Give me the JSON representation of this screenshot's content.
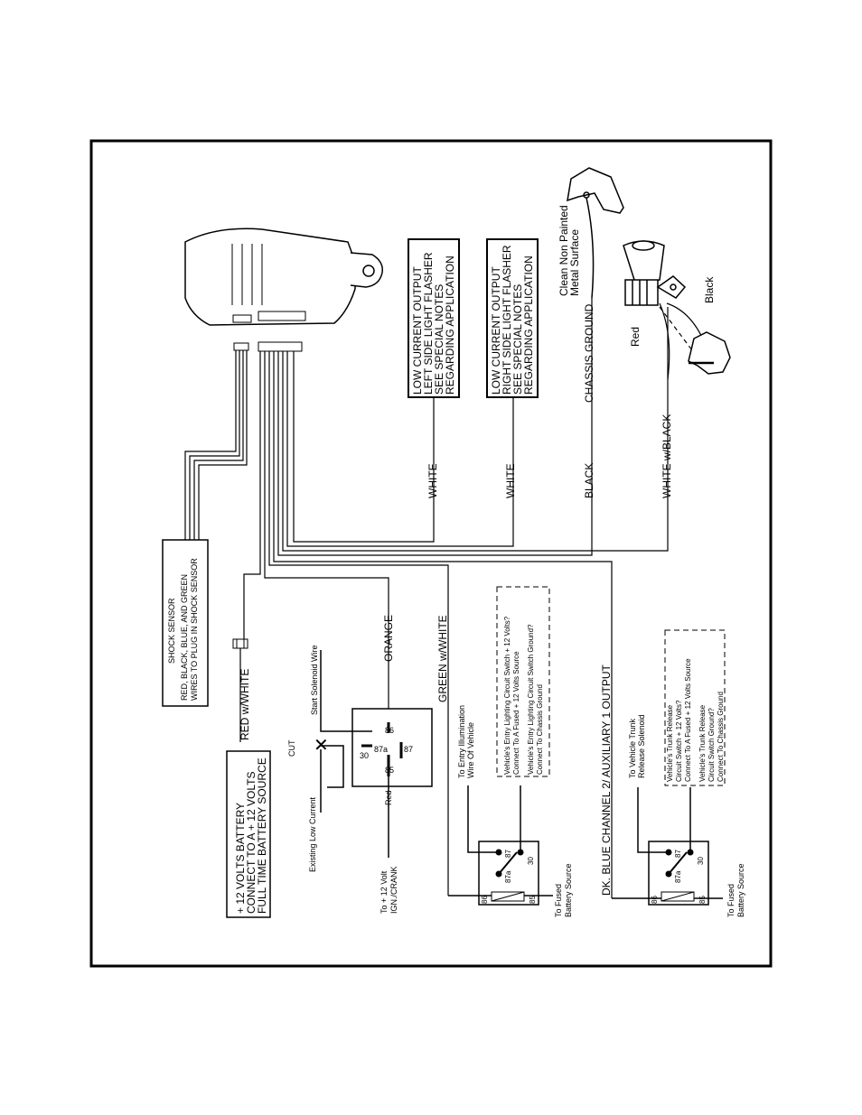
{
  "battery_box": [
    "+ 12 VOLTS BATTERY",
    "CONNECT TO A + 12 VOLTS",
    "FULL TIME BATTERY SOURCE"
  ],
  "shock_sensor": [
    "SHOCK SENSOR",
    "RED, BLACK, BLUE, AND GREEN",
    "WIRES TO PLUG IN SHOCK SENSOR"
  ],
  "left_flasher": [
    "LOW CURRENT OUTPUT",
    "LEFT SIDE LIGHT FLASHER",
    "SEE SPECIAL NOTES",
    "REGARDING APPLICATION"
  ],
  "right_flasher": [
    "LOW CURRENT OUTPUT",
    "RIGHT SIDE LIGHT FLASHER",
    "SEE SPECIAL NOTES",
    "REGARDING APPLICATION"
  ],
  "wires": {
    "red_white": "RED w/WHITE",
    "orange": "ORANGE",
    "green_white": "GREEN w/WHITE",
    "channel2": "DK. BLUE    CHANNEL 2/ AUXILIARY 1 OUTPUT",
    "white1": "WHITE",
    "white2": "WHITE",
    "black": "BLACK",
    "white_black": "WHITE w/BLACK",
    "chassis_ground": "CHASSIS GROUND"
  },
  "siren": {
    "ground_note": [
      "Clean Non Painted",
      "Metal Surface"
    ],
    "red": "Red",
    "black": "Black"
  },
  "starter_relay": {
    "start_solenoid": "Start Solenoid Wire",
    "cut": "CUT",
    "existing": "Existing Low Current",
    "red": "Red",
    "ign": [
      "To + 12 Volt",
      "IGN./CRANK"
    ],
    "pins": {
      "p86": "86",
      "p87a": "87a",
      "p87": "87",
      "p30": "30",
      "p85": "85"
    }
  },
  "entry_relay": {
    "to_entry": [
      "To Entry Illumination",
      "Wire Of Vehicle"
    ],
    "note": [
      "Vehicle's Entry Lighting Circuit Switch + 12 Volts?",
      "Connect To A Fused + 12 Volts Source",
      "Vehicle's Entry Lighting Circuit Switch Ground?",
      "Connect To Chassis Ground"
    ],
    "fused": [
      "To Fused",
      "Battery Source"
    ],
    "pins": {
      "p87": "87",
      "p87a": "87a",
      "p30": "30",
      "p86": "86",
      "p85": "85"
    }
  },
  "trunk_relay": {
    "to_trunk": [
      "To Vehicle Trunk",
      "Release Solenoid"
    ],
    "note": [
      "Vehicle's Trunk Release",
      "Circuit Switch + 12 Volts?",
      "Connect To A Fused + 12 Volts Source",
      "Vehicle's Trunk Release",
      "Circuit Switch Ground?",
      "Connect To Chassis Ground"
    ],
    "fused": [
      "To Fused",
      "Battery Source"
    ],
    "pins": {
      "p87": "87",
      "p87a": "87a",
      "p30": "30",
      "p86": "86",
      "p85": "85"
    }
  }
}
